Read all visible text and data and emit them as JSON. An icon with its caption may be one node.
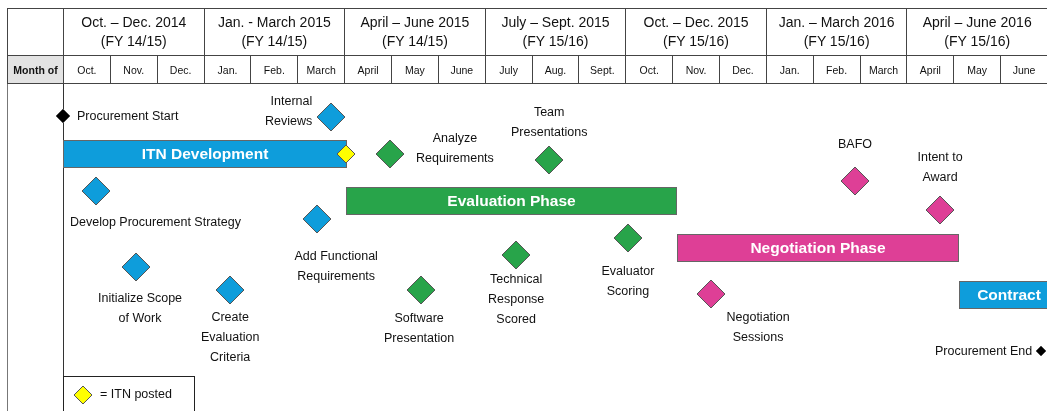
{
  "diagram": {
    "nodes": [
      {
        "text": [],
        "shape": "diamond",
        "beside": [
          "Procurement Start"
        ]
      },
      {
        "text": [],
        "shape": "diamond",
        "beside": [
          "Internal Reviews"
        ]
      },
      {
        "text": [
          "ITN Development"
        ]
      },
      {
        "text": [],
        "shape": "diamond"
      },
      {
        "text": [],
        "shape": "diamond",
        "beside": [
          "Analyze Requirements"
        ]
      },
      {
        "text": [],
        "shape": "diamond",
        "beside": [
          "Team Presentations"
        ]
      },
      {
        "text": [],
        "shape": "diamond",
        "beside": [
          "Develop Procurement Strategy"
        ]
      },
      {
        "text": [
          "Evaluation Phase"
        ]
      },
      {
        "text": [],
        "shape": "diamond",
        "beside": [
          "Add Functional Requirements"
        ]
      },
      {
        "text": [],
        "shape": "diamond",
        "beside": [
          "BAFO"
        ]
      },
      {
        "text": [],
        "shape": "diamond",
        "beside": [
          "Intent to Award"
        ]
      },
      {
        "text": [],
        "shape": "diamond",
        "beside": [
          "Evaluator Scoring"
        ]
      },
      {
        "text": [],
        "shape": "diamond",
        "beside": [
          "Technical Response Scored"
        ]
      },
      {
        "text": [
          "Negotiation Phase"
        ]
      },
      {
        "text": [],
        "shape": "diamond",
        "beside": [
          "Initialize Scope of Work"
        ]
      },
      {
        "text": [],
        "shape": "diamond",
        "beside": [
          "Create Evaluation Criteria"
        ]
      },
      {
        "text": [],
        "shape": "diamond",
        "beside": [
          "Software Presentation"
        ]
      },
      {
        "text": [],
        "shape": "diamond",
        "beside": [
          "Negotiation Sessions"
        ]
      },
      {
        "text": [
          "Contract"
        ]
      },
      {
        "text": [],
        "shape": "diamond",
        "beside": [
          "Procurement End"
        ]
      }
    ],
    "labels": [
      "Oct. – Dec. 2014 (FY 14/15)",
      "Jan. - March 2015 (FY 14/15)",
      "April – June 2015 (FY 14/15)",
      "July – Sept. 2015 (FY 15/16)",
      "Oct. – Dec. 2015 (FY 15/16)",
      "Jan. – March 2016 (FY 15/16)",
      "April – June 2016 (FY 15/16)",
      "Month of",
      "Oct.",
      "Nov.",
      "Dec.",
      "Jan.",
      "Feb.",
      "March",
      "April",
      "May",
      "June",
      "July",
      "Aug.",
      "Sept.",
      "Oct.",
      "Nov.",
      "Dec.",
      "Jan.",
      "Feb.",
      "March",
      "April",
      "May",
      "June"
    ],
    "legend": [
      {
        "text": "= ITN posted"
      }
    ]
  }
}
